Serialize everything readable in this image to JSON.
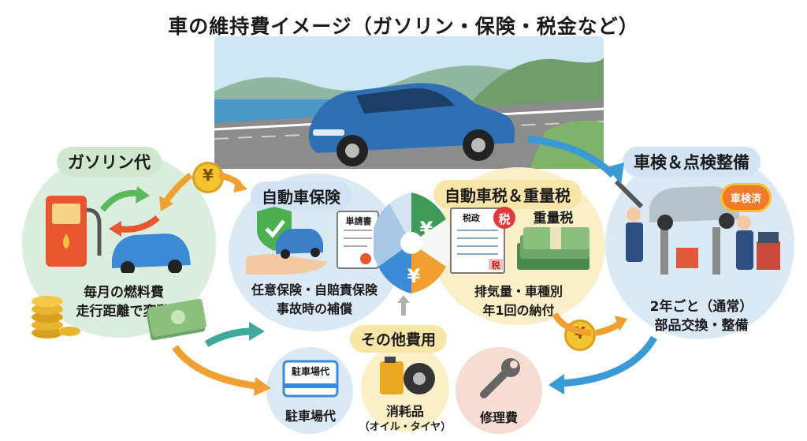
{
  "title": "車の維持費イメージ（ガソリン・保険・税金など）",
  "gasoline": {
    "heading": "ガソリン代",
    "line1": "毎月の燃料費",
    "line2": "走行距離で変動"
  },
  "insurance": {
    "heading": "自動車保険",
    "doc_label": "単請書",
    "line1": "任意保険・自賠責保険",
    "line2": "事故時の補償"
  },
  "tax": {
    "heading": "自動車税＆重量税",
    "sub": "重量税",
    "form_label": "税政",
    "stamp": "税",
    "form_mark": "税",
    "line1": "排気量・車種別",
    "line2": "年1回の納付"
  },
  "inspection": {
    "heading": "車検＆点検整備",
    "badge": "車検済",
    "line1": "2年ごと（通常）",
    "line2": "部品交換・整備"
  },
  "other": {
    "heading": "その他費用",
    "parking_card": "駐車場代",
    "parking": "駐車場代",
    "consumables": "消耗品",
    "consumables_sub": "（オイル・タイヤ）",
    "repair": "修理費"
  },
  "currency": "¥",
  "colors": {
    "green_blob": "#dbeedd",
    "blue_blob": "#dbe9f5",
    "yellow_blob": "#fbefc8",
    "orange_arrow": "#f0a030",
    "teal_arrow": "#3fa99a",
    "blue_arrow": "#3a9ad6",
    "car_blue": "#2f6fb5"
  }
}
